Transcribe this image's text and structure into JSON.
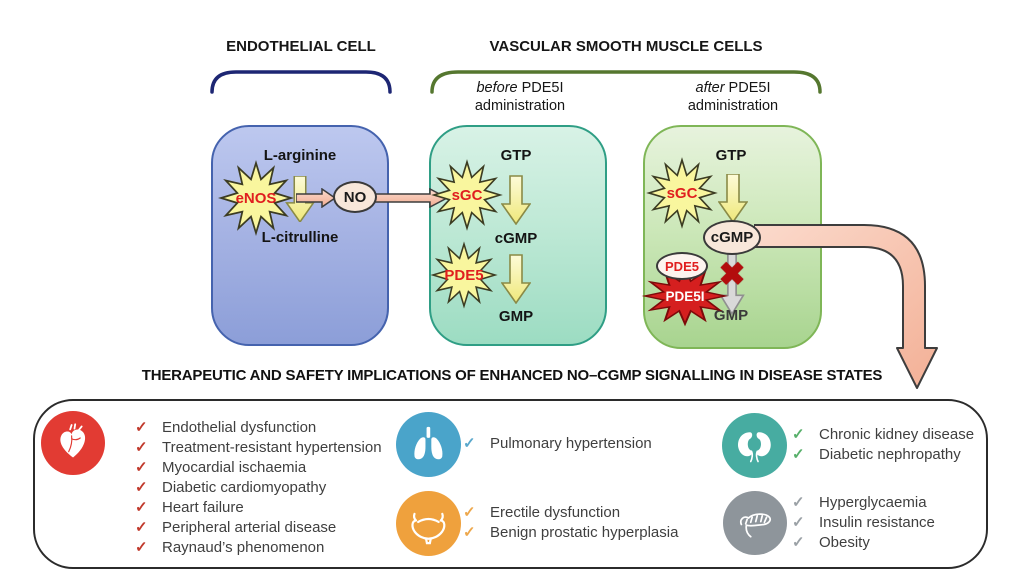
{
  "header": {
    "endothelial_cell": "ENDOTHELIAL CELL",
    "vsmc": "VASCULAR SMOOTH MUSCLE CELLS",
    "before_word": "before",
    "before_rest": " PDE5I",
    "after_word": "after",
    "after_rest": " PDE5I",
    "administration": "administration"
  },
  "endothelial": {
    "substrate": "L-arginine",
    "enzyme": "eNOS",
    "product": "L-citrulline",
    "messenger": "NO"
  },
  "before_box": {
    "gtp": "GTP",
    "sgc": "sGC",
    "cgmp": "cGMP",
    "pde5": "PDE5",
    "gmp": "GMP"
  },
  "after_box": {
    "gtp": "GTP",
    "sgc": "sGC",
    "cgmp": "cGMP",
    "pde5": "PDE5",
    "pde5i": "PDE5I",
    "gmp": "GMP",
    "blocked_x": "✖"
  },
  "banner": "THERAPEUTIC AND SAFETY IMPLICATIONS OF ENHANCED NO–CGMP SIGNALLING IN DISEASE STATES",
  "check_glyph": "✓",
  "implications": {
    "cardiovascular": {
      "icon": "heart-icon",
      "circle_color": "#e23b33",
      "check_color": "#c13a2c",
      "items": [
        "Endothelial dysfunction",
        "Treatment-resistant hypertension",
        "Myocardial ischaemia",
        "Diabetic cardiomyopathy",
        "Heart failure",
        "Peripheral arterial disease",
        "Raynaud’s phenomenon"
      ]
    },
    "pulmonary": {
      "icon": "lungs-icon",
      "circle_color": "#4aa4ca",
      "check_color": "#5aa8cc",
      "items": [
        "Pulmonary hypertension"
      ]
    },
    "urological": {
      "icon": "bladder-icon",
      "circle_color": "#efa13d",
      "check_color": "#eda84d",
      "items": [
        "Erectile dysfunction",
        "Benign prostatic hyperplasia"
      ]
    },
    "renal": {
      "icon": "kidneys-icon",
      "circle_color": "#47aca1",
      "check_color": "#58b06b",
      "items": [
        "Chronic kidney disease",
        "Diabetic nephropathy"
      ]
    },
    "metabolic": {
      "icon": "pancreas-icon",
      "circle_color": "#8e959b",
      "check_color": "#9ba1a6",
      "items": [
        "Hyperglycaemia",
        "Insulin resistance",
        "Obesity"
      ]
    }
  }
}
